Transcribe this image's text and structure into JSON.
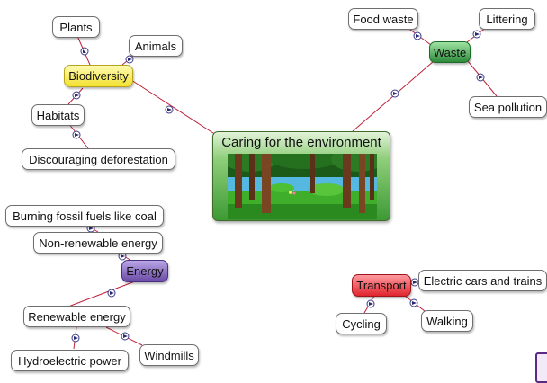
{
  "center": {
    "title": "Caring for the environment",
    "image_description_icon": "forest-illustration"
  },
  "branches": {
    "biodiversity": {
      "label": "Biodiversity",
      "color": "#f2e12f",
      "children": [
        "Plants",
        "Animals",
        "Habitats",
        "Discouraging deforestation"
      ]
    },
    "waste": {
      "label": "Waste",
      "color": "#2e8b3c",
      "children": [
        "Food waste",
        "Littering",
        "Sea pollution"
      ]
    },
    "energy": {
      "label": "Energy",
      "color": "#6a4aa6",
      "children": [
        "Non-renewable energy",
        "Burning fossil fuels like coal",
        "Renewable energy",
        "Hydroelectric power",
        "Windmills"
      ]
    },
    "transport": {
      "label": "Transport",
      "color": "#e0252f",
      "children": [
        "Electric cars and trains",
        "Cycling",
        "Walking"
      ]
    }
  },
  "colors": {
    "connector": "#c0203a",
    "node_border": "#6f6f6f"
  }
}
